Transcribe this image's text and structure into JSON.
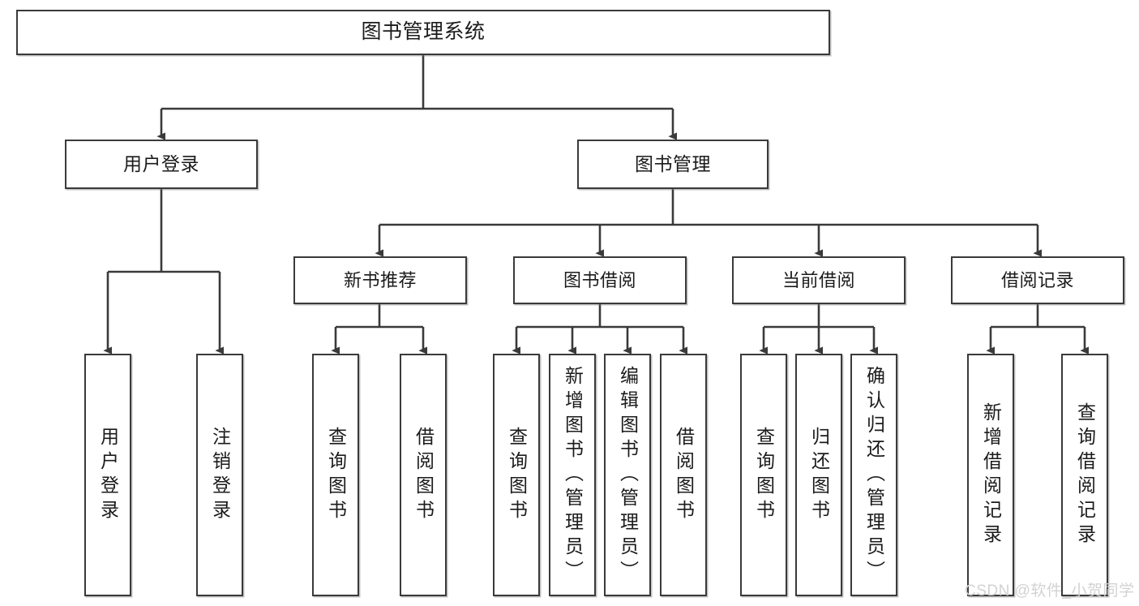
{
  "diagram": {
    "title": "图书管理系统",
    "type": "tree",
    "watermark": "CSDN @软件_小贺同学",
    "colors": {
      "stroke": "#3a3a3a",
      "fill": "#ffffff",
      "text": "#1b1b1b",
      "watermark": "#d2d2d2"
    },
    "nodes": {
      "root": {
        "label": "图书管理系统"
      },
      "l1": [
        {
          "label": "用户登录"
        },
        {
          "label": "图书管理"
        }
      ],
      "l2": [
        {
          "label": "新书推荐"
        },
        {
          "label": "图书借阅"
        },
        {
          "label": "当前借阅"
        },
        {
          "label": "借阅记录"
        }
      ],
      "leaves": {
        "user_login": [
          {
            "label": "用户登录"
          },
          {
            "label": "注销登录"
          }
        ],
        "new_book": [
          {
            "label": "查询图书"
          },
          {
            "label": "借阅图书"
          }
        ],
        "borrow": [
          {
            "label": "查询图书"
          },
          {
            "label": "新增图书（管理员）"
          },
          {
            "label": "编辑图书（管理员）"
          },
          {
            "label": "借阅图书"
          }
        ],
        "current": [
          {
            "label": "查询图书"
          },
          {
            "label": "归还图书"
          },
          {
            "label": "确认归还（管理员）"
          }
        ],
        "records": [
          {
            "label": "新增借阅记录"
          },
          {
            "label": "查询借阅记录"
          }
        ]
      }
    }
  }
}
